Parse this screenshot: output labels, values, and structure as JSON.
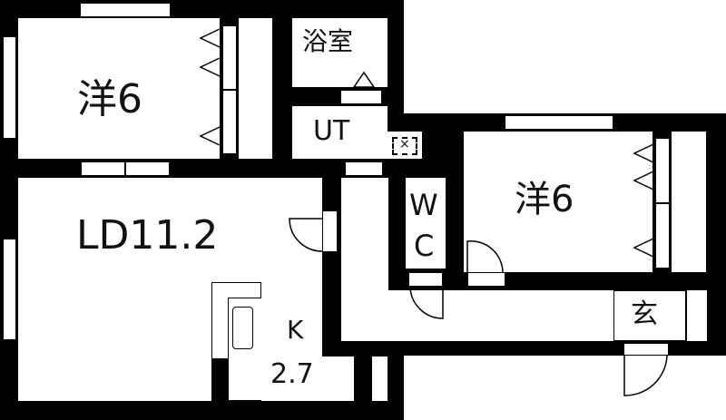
{
  "plan": {
    "rooms": [
      {
        "id": "western-room-1",
        "label": "洋6"
      },
      {
        "id": "bathroom",
        "label": "浴室"
      },
      {
        "id": "utility",
        "label": "UT"
      },
      {
        "id": "western-room-2",
        "label": "洋6"
      },
      {
        "id": "living-dining",
        "label": "LD11.2"
      },
      {
        "id": "toilet",
        "label_line1": "W",
        "label_line2": "C"
      },
      {
        "id": "kitchen",
        "label_line1": "K",
        "label_line2": "2.7"
      },
      {
        "id": "entrance",
        "label": "玄"
      }
    ],
    "colors": {
      "wall": "#000000",
      "floor": "#ffffff",
      "text": "#111111"
    }
  }
}
